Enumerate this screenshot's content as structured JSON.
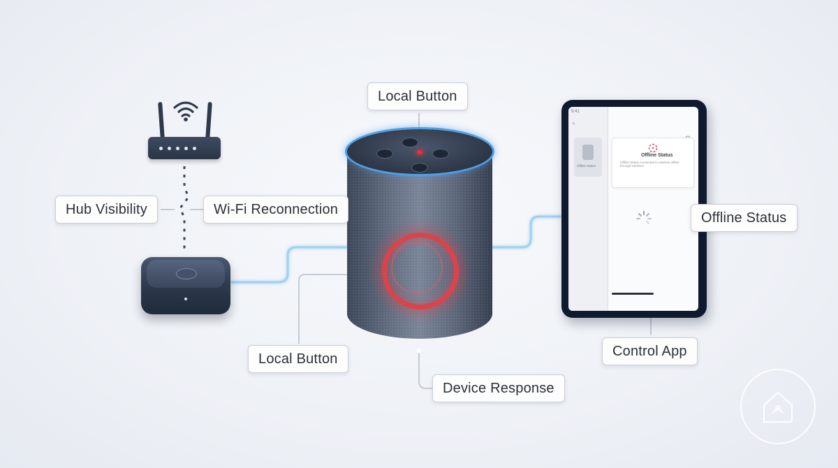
{
  "labels": {
    "local_button_top": "Local Button",
    "hub_visibility": "Hub Visibility",
    "wifi_reconnection": "Wi-Fi Reconnection",
    "offline_status": "Offline Status",
    "local_button_bottom": "Local Button",
    "device_response": "Device Response",
    "control_app": "Control App"
  },
  "tablet": {
    "card_title": "Offline Status",
    "card_subtitle": "Offline Status connected to wireless offline through interface",
    "sidebar_caption": "Offline Status"
  },
  "colors": {
    "accent_blue": "#4f9fe6",
    "indicator_red": "#d9444c",
    "device_dark": "#2f3b4f",
    "wire_blue": "#9fd0f2"
  },
  "icons": [
    "wifi-icon",
    "router-icon",
    "hub-icon",
    "speaker-icon",
    "tablet-icon",
    "spinner-icon",
    "home-logo-icon"
  ]
}
